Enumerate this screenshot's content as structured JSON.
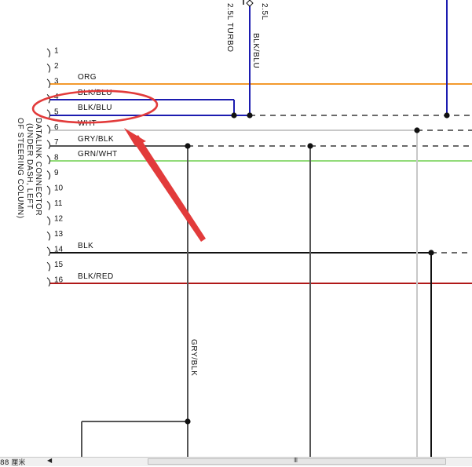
{
  "connector": {
    "label_lines": [
      "DATALINK CONNECTOR",
      "(UNDER DASH, LEFT",
      "OF STEERING COLUMN)"
    ],
    "pins": [
      "1",
      "2",
      "3",
      "4",
      "5",
      "6",
      "7",
      "8",
      "9",
      "10",
      "11",
      "12",
      "13",
      "14",
      "15",
      "16"
    ]
  },
  "wires": {
    "pin3": "ORG",
    "pin4": "BLK/BLU",
    "pin5": "BLK/BLU",
    "pin6": "WHT",
    "pin7": "GRY/BLK",
    "pin8": "GRN/WHT",
    "pin14": "BLK",
    "pin16": "BLK/RED"
  },
  "top_labels": {
    "turbo": "2.5L TURBO",
    "engine": "2.5L",
    "vertical_wire": "BLK/BLU"
  },
  "lower_labels": {
    "vertical_wire": "GRY/BLK"
  },
  "colors": {
    "orange": "#f39a2d",
    "blue": "#1c1cb0",
    "white_wire": "#c8c8c8",
    "gray": "#555555",
    "green": "#6fcf4f",
    "black": "#111111",
    "red": "#b01818",
    "annotation": "#e23b3b"
  },
  "statusbar": {
    "zoom": "88 厘米",
    "arrow": "◀",
    "grip": "III"
  }
}
